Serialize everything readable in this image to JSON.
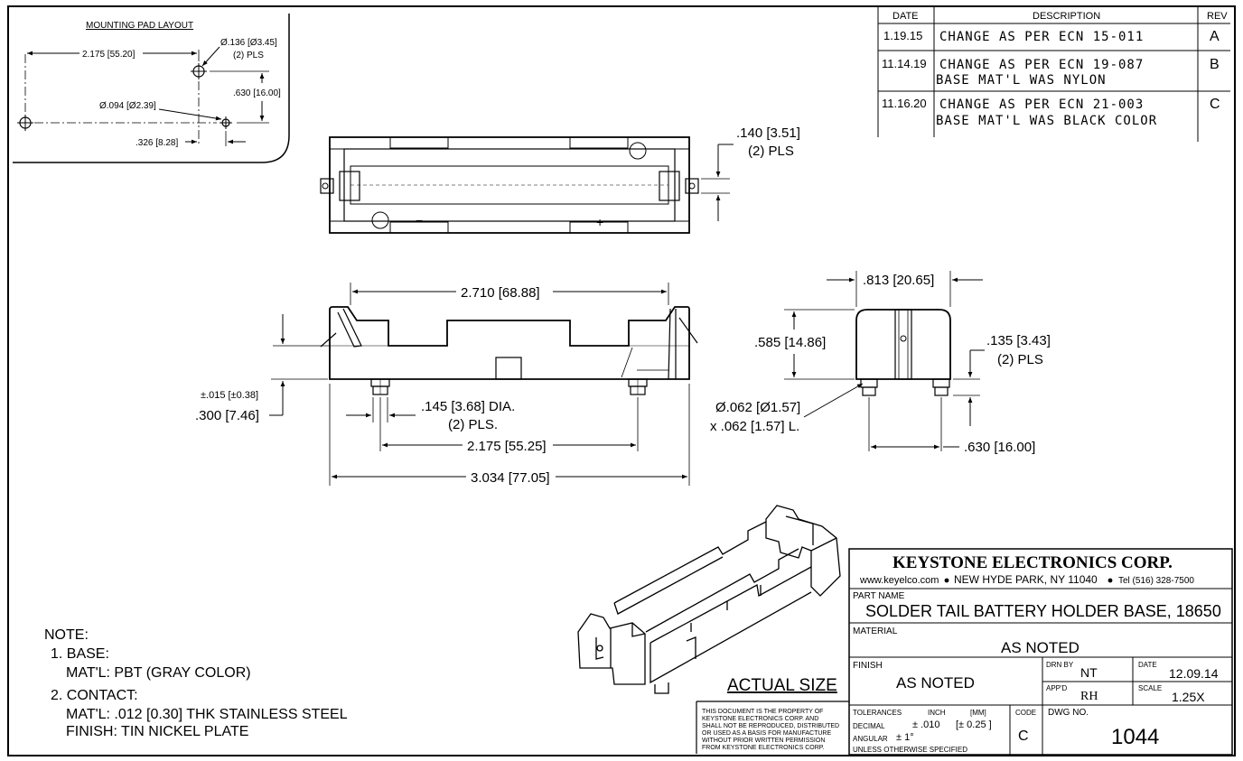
{
  "pad_layout": {
    "title": "MOUNTING PAD LAYOUT",
    "dim_spacing": "2.175 [55.20]",
    "dim_hole_large": "Ø.136 [Ø3.45]",
    "dim_hole_large_note": "(2) PLS",
    "dim_vertical": ".630 [16.00]",
    "dim_hole_small": "Ø.094 [Ø2.39]",
    "dim_offset": ".326 [8.28]"
  },
  "revisions": {
    "headers": {
      "date": "DATE",
      "description": "DESCRIPTION",
      "rev": "REV"
    },
    "rows": [
      {
        "date": "1.19.15",
        "line1": "CHANGE AS PER ECN 15-011",
        "line2": "",
        "rev": "A"
      },
      {
        "date": "11.14.19",
        "line1": "CHANGE AS PER ECN 19-087",
        "line2": "BASE MAT'L WAS NYLON",
        "rev": "B"
      },
      {
        "date": "11.16.20",
        "line1": "CHANGE AS PER ECN 21-003",
        "line2": "BASE MAT'L WAS BLACK COLOR",
        "rev": "C"
      }
    ]
  },
  "top_view": {
    "dim_tab": ".140 [3.51]",
    "dim_tab_note": "(2) PLS",
    "minus_mark": "−",
    "plus_mark": "+"
  },
  "side_view": {
    "dim_inner": "2.710 [68.88]",
    "dim_tol": "±.015 [±0.38]",
    "dim_height": ".300 [7.46]",
    "dim_pin": ".145 [3.68] DIA.",
    "dim_pin_note": "(2) PLS.",
    "dim_pin_spacing": "2.175 [55.25]",
    "dim_overall": "3.034 [77.05]"
  },
  "end_view": {
    "dim_width": ".813 [20.65]",
    "dim_height": ".585 [14.86]",
    "dim_pin_len": ".135 [3.43]",
    "dim_pin_len_note": "(2) PLS",
    "dim_tail_dia": "Ø.062 [Ø1.57]",
    "dim_tail_len": "x .062 [1.57] L.",
    "dim_pin_spacing": ".630 [16.00]"
  },
  "notes": {
    "heading": "NOTE:",
    "l1": "1. BASE:",
    "l2": "MAT'L: PBT (GRAY COLOR)",
    "l3": "2. CONTACT:",
    "l4": "MAT'L: .012 [0.30] THK STAINLESS STEEL",
    "l5": "FINISH: TIN NICKEL PLATE"
  },
  "actual_size": "ACTUAL SIZE",
  "disclaimer": [
    "THIS DOCUMENT IS THE PROPERTY OF",
    "KEYSTONE ELECTRONICS CORP. AND",
    "SHALL NOT BE REPRODUCED, DISTRIBUTED",
    "OR USED AS A BASIS FOR MANUFACTURE",
    "WITHOUT PRIOR WRITTEN PERMISSION",
    "FROM KEYSTONE ELECTRONICS CORP."
  ],
  "title_block": {
    "company": "KEYSTONE ELECTRONICS CORP.",
    "web": "www.keyelco.com",
    "city": "NEW HYDE PARK, NY 11040",
    "tel": "Tel (516) 328-7500",
    "part_name_label": "PART NAME",
    "part_name": "SOLDER TAIL BATTERY HOLDER BASE, 18650",
    "material_label": "MATERIAL",
    "material": "AS NOTED",
    "finish_label": "FINISH",
    "finish": "AS NOTED",
    "drn_by_label": "DRN BY",
    "drn_by": "NT",
    "date_label": "DATE",
    "date": "12.09.14",
    "appd_label": "APP'D",
    "appd": "RH",
    "scale_label": "SCALE",
    "scale": "1.25X",
    "tolerances_label": "TOLERANCES",
    "inch_label": "INCH",
    "mm_label": "[MM]",
    "decimal_label": "DECIMAL",
    "decimal_value": "± .010",
    "decimal_mm": "[± 0.25 ]",
    "angular_label": "ANGULAR",
    "angular_value": "± 1°",
    "unless_label": "UNLESS OTHERWISE SPECIFIED",
    "code_label": "CODE",
    "code": "C",
    "dwg_no_label": "DWG NO.",
    "dwg_no": "1044"
  }
}
